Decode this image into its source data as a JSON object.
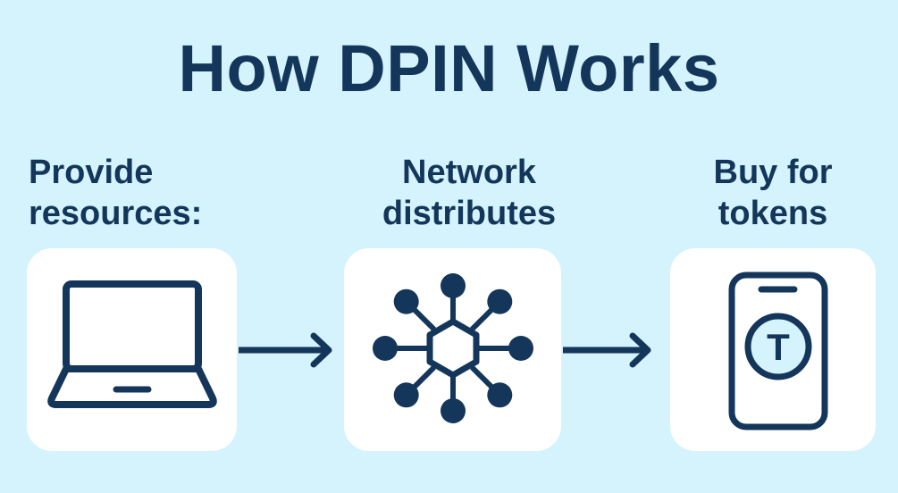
{
  "title": "How DPIN Works",
  "colors": {
    "background": "#d4f3fd",
    "card": "#ffffff",
    "ink": "#14365a",
    "token_fill": "#d4f3fd"
  },
  "steps": [
    {
      "label_line1": "Provide",
      "label_line2": "resources:",
      "icon": "laptop-icon"
    },
    {
      "label_line1": "Network",
      "label_line2": "distributes",
      "icon": "network-hub-icon"
    },
    {
      "label_line1": "Buy for",
      "label_line2": "tokens",
      "icon": "phone-token-icon",
      "token_letter": "T"
    }
  ],
  "connectors": [
    "arrow-right-icon",
    "arrow-right-icon"
  ]
}
